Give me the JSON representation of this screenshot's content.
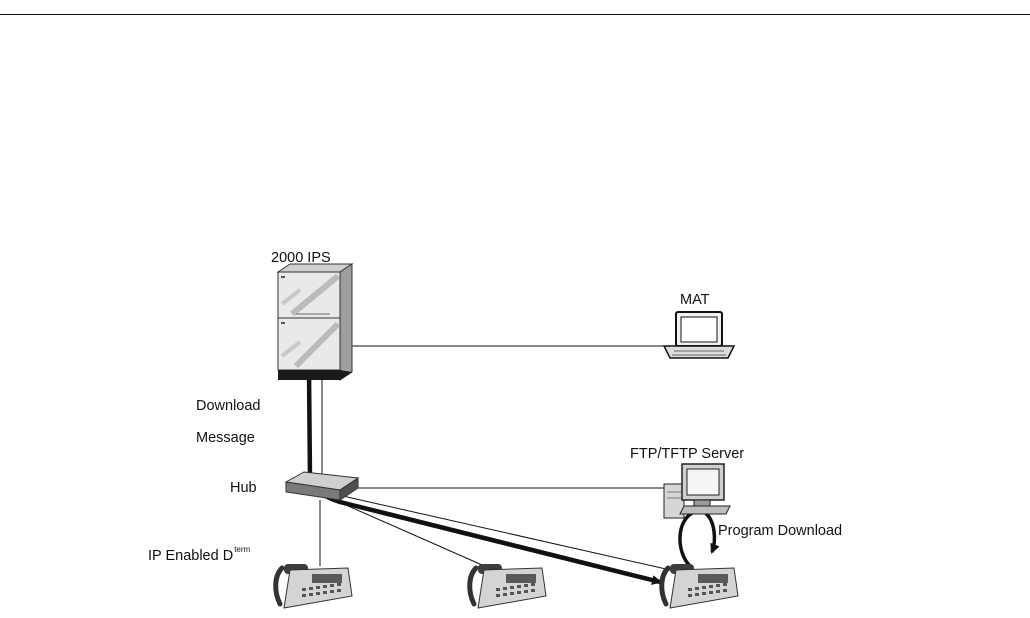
{
  "labels": {
    "pbx": "2000 IPS",
    "mat": "MAT",
    "download_line1": "Download",
    "download_line2": "Message",
    "hub": "Hub",
    "server": "FTP/TFTP Server",
    "program_download": "Program Download",
    "terminal": "IP Enabled D",
    "terminal_sup": "term"
  },
  "colors": {
    "line": "#111111",
    "device_light": "#e8e8e8",
    "device_mid": "#bdbdbd",
    "device_dark": "#4a4a4a"
  },
  "icons": [
    "pbx-cabinet-icon",
    "laptop-icon",
    "hub-icon",
    "desktop-computer-icon",
    "telephone-icon"
  ]
}
